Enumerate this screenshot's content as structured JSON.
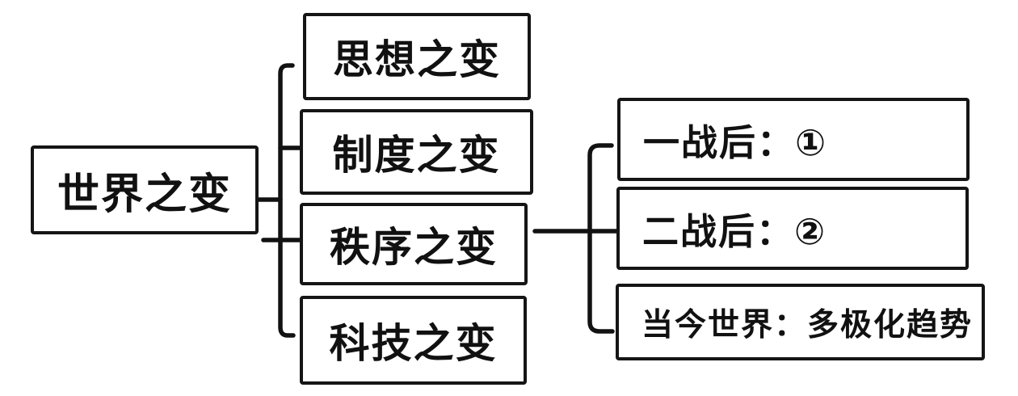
{
  "diagram": {
    "root": {
      "label": "世界之变"
    },
    "branches": [
      {
        "label": "思想之变"
      },
      {
        "label": "制度之变"
      },
      {
        "label": "秩序之变"
      },
      {
        "label": "科技之变"
      }
    ],
    "order_details": [
      {
        "label": "一战后：①"
      },
      {
        "label": "二战后：②"
      },
      {
        "label": "当今世界：多极化趋势"
      }
    ],
    "colors": {
      "stroke": "#121212",
      "background": "#ffffff",
      "text": "#111111"
    }
  }
}
